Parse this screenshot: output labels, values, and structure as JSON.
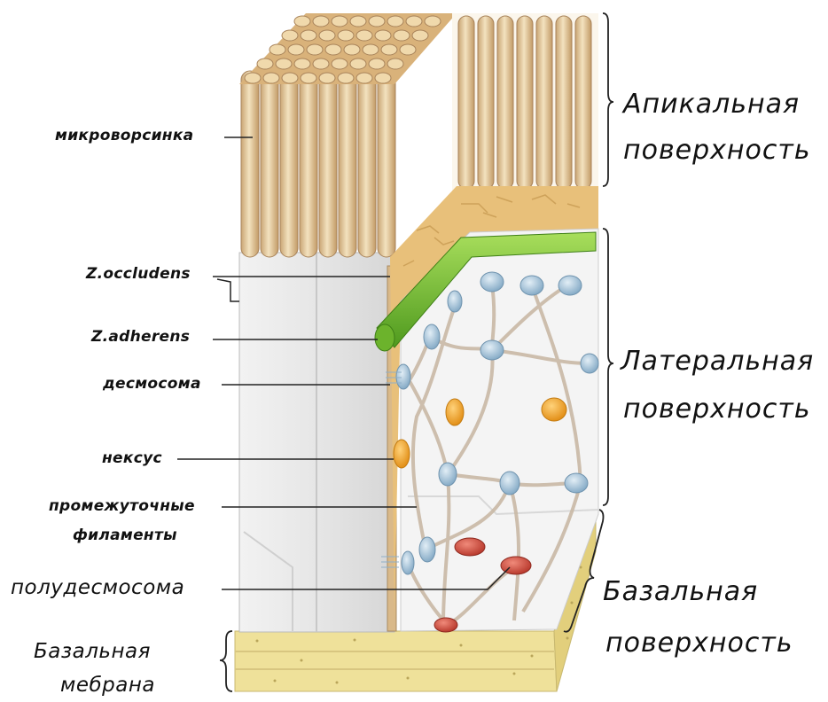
{
  "labels": {
    "microvillus": "микроворсинка",
    "zo": "Z.occludens",
    "za": "Z.adherens",
    "desmosome": "десмосома",
    "nexus": "нексус",
    "filaments_1": "промежуточные",
    "filaments_2": "филаменты",
    "hemidesmosome": "полудесмосома",
    "basal_membrane_1": "Базальная",
    "basal_membrane_2": "мебрана"
  },
  "surfaces": {
    "apical_1": "Апикальная",
    "apical_2": "поверхность",
    "lateral_1": "Латеральная",
    "lateral_2": "поверхность",
    "basal_1": "Базальная",
    "basal_2": "поверхность"
  },
  "colors": {
    "microvilli": "#e8d3a8",
    "cell_body": "#ececec",
    "tight_junction": "#7cc23a",
    "desmosome": "#9fc3dc",
    "nexus": "#f0a830",
    "hemidesmosome": "#cf4a3c",
    "basement": "#efe19a"
  }
}
